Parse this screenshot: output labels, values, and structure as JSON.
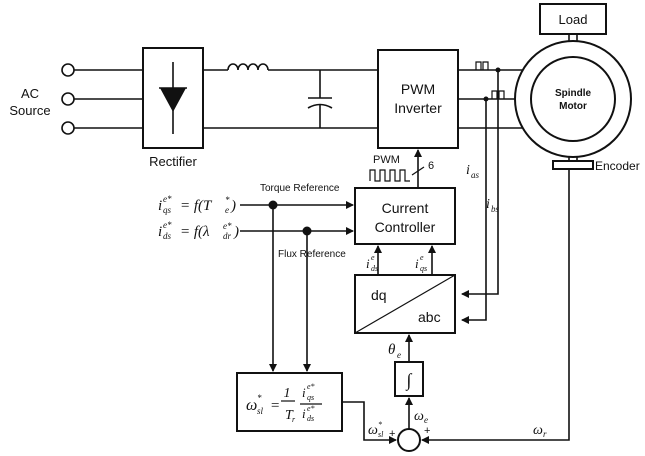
{
  "blocks": {
    "load": "Load",
    "rectifier": "Rectifier",
    "pwm_inverter": [
      "PWM",
      "Inverter"
    ],
    "spindle_motor": [
      "Spindle",
      "Motor"
    ],
    "encoder": "Encoder",
    "current_controller": [
      "Current",
      "Controller"
    ],
    "dq": "dq",
    "abc": "abc"
  },
  "source": [
    "AC",
    "Source"
  ],
  "signals": {
    "torque_reference": "Torque Reference",
    "flux_reference": "Flux Reference",
    "pwm": "PWM",
    "pwm_count": "6",
    "iqs_eq": "= f(T",
    "ids_eq": "= f(λ",
    "i_as": "as",
    "i_bs": "bs",
    "theta_e": "e",
    "omega_e": "e",
    "omega_r": "r",
    "omega_sl": "sl",
    "integral": "∫",
    "plus": "+"
  },
  "slip_formula": {
    "lhs": "ω",
    "numerator": "1",
    "denominator": "T",
    "iqs": "qs",
    "ids": "ds"
  }
}
